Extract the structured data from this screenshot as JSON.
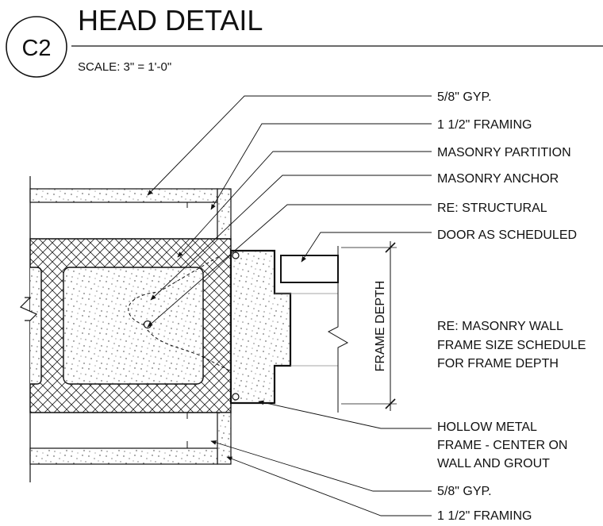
{
  "title_block": {
    "detail_tag": "C2",
    "title": "HEAD DETAIL",
    "scale": "SCALE:  3\" = 1'-0\""
  },
  "dimension": {
    "label": "FRAME DEPTH"
  },
  "callouts": {
    "gyp_top": "5/8\" GYP.",
    "framing_top": "1 1/2\" FRAMING",
    "masonry_partition": "MASONRY PARTITION",
    "masonry_anchor": "MASONRY ANCHOR",
    "re_structural": "RE: STRUCTURAL",
    "door": "DOOR AS SCHEDULED",
    "masonry_wall_line1": "RE: MASONRY WALL",
    "masonry_wall_line2": "FRAME SIZE SCHEDULE",
    "masonry_wall_line3": "FOR FRAME DEPTH",
    "hmf_line1": "HOLLOW METAL",
    "hmf_line2": "FRAME - CENTER ON",
    "hmf_line3": "WALL AND GROUT",
    "gyp_bottom": "5/8\" GYP.",
    "framing_bottom": "1 1/2\" FRAMING"
  }
}
